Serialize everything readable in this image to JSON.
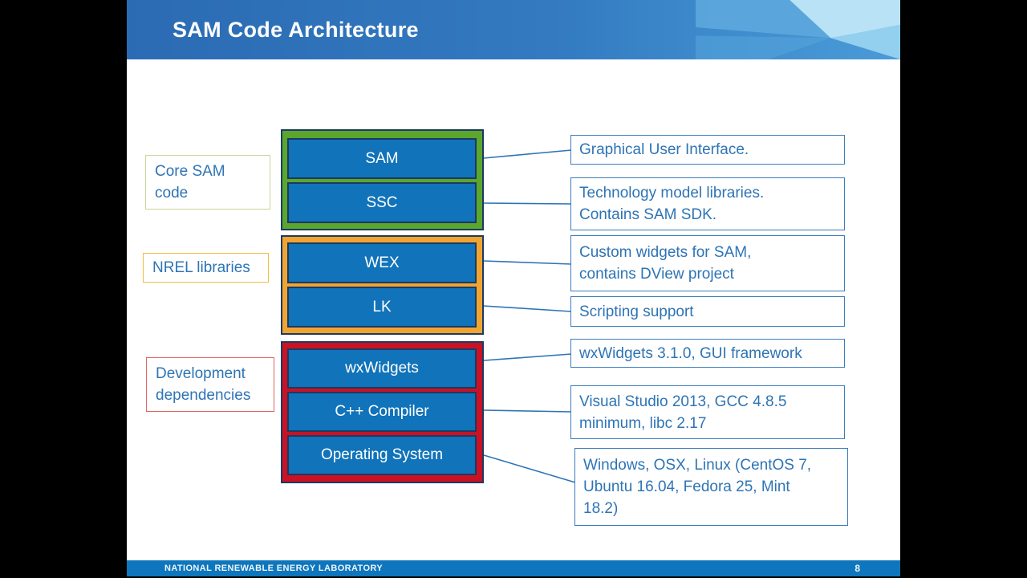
{
  "header": {
    "title": "SAM Code Architecture"
  },
  "left_labels": [
    {
      "text": "Core SAM\ncode"
    },
    {
      "text": "NREL libraries"
    },
    {
      "text": "Development\ndependencies"
    }
  ],
  "components": [
    {
      "label": "SAM"
    },
    {
      "label": "SSC"
    },
    {
      "label": "WEX"
    },
    {
      "label": "LK"
    },
    {
      "label": "wxWidgets"
    },
    {
      "label": "C++ Compiler"
    },
    {
      "label": "Operating System"
    }
  ],
  "descriptions": [
    {
      "text": "Graphical User Interface."
    },
    {
      "text": "Technology model libraries.\nContains SAM SDK."
    },
    {
      "text": "Custom widgets for SAM,\ncontains DView project"
    },
    {
      "text": "Scripting support"
    },
    {
      "text": "wxWidgets 3.1.0, GUI framework"
    },
    {
      "text": "Visual Studio 2013, GCC 4.8.5\nminimum, libc 2.17"
    },
    {
      "text": "Windows, OSX, Linux (CentOS 7,\nUbuntu 16.04, Fedora 25, Mint\n18.2)"
    }
  ],
  "footer": {
    "org": "NATIONAL RENEWABLE ENERGY LABORATORY",
    "page": "8"
  },
  "colors": {
    "header_blue": "#2b6bb3",
    "footer_blue": "#0d76bc",
    "component_fill": "#1173b9",
    "component_border": "#1b3a63",
    "group_core_green": "#5ba62d",
    "group_nrel_orange": "#f2a431",
    "group_dev_red": "#cc1122",
    "label_core_border": "#c5d89a",
    "label_nrel_border": "#f2bc42",
    "label_dev_border": "#e06663",
    "text_blue": "#2e74b5",
    "desc_border": "#3a7cbd"
  }
}
